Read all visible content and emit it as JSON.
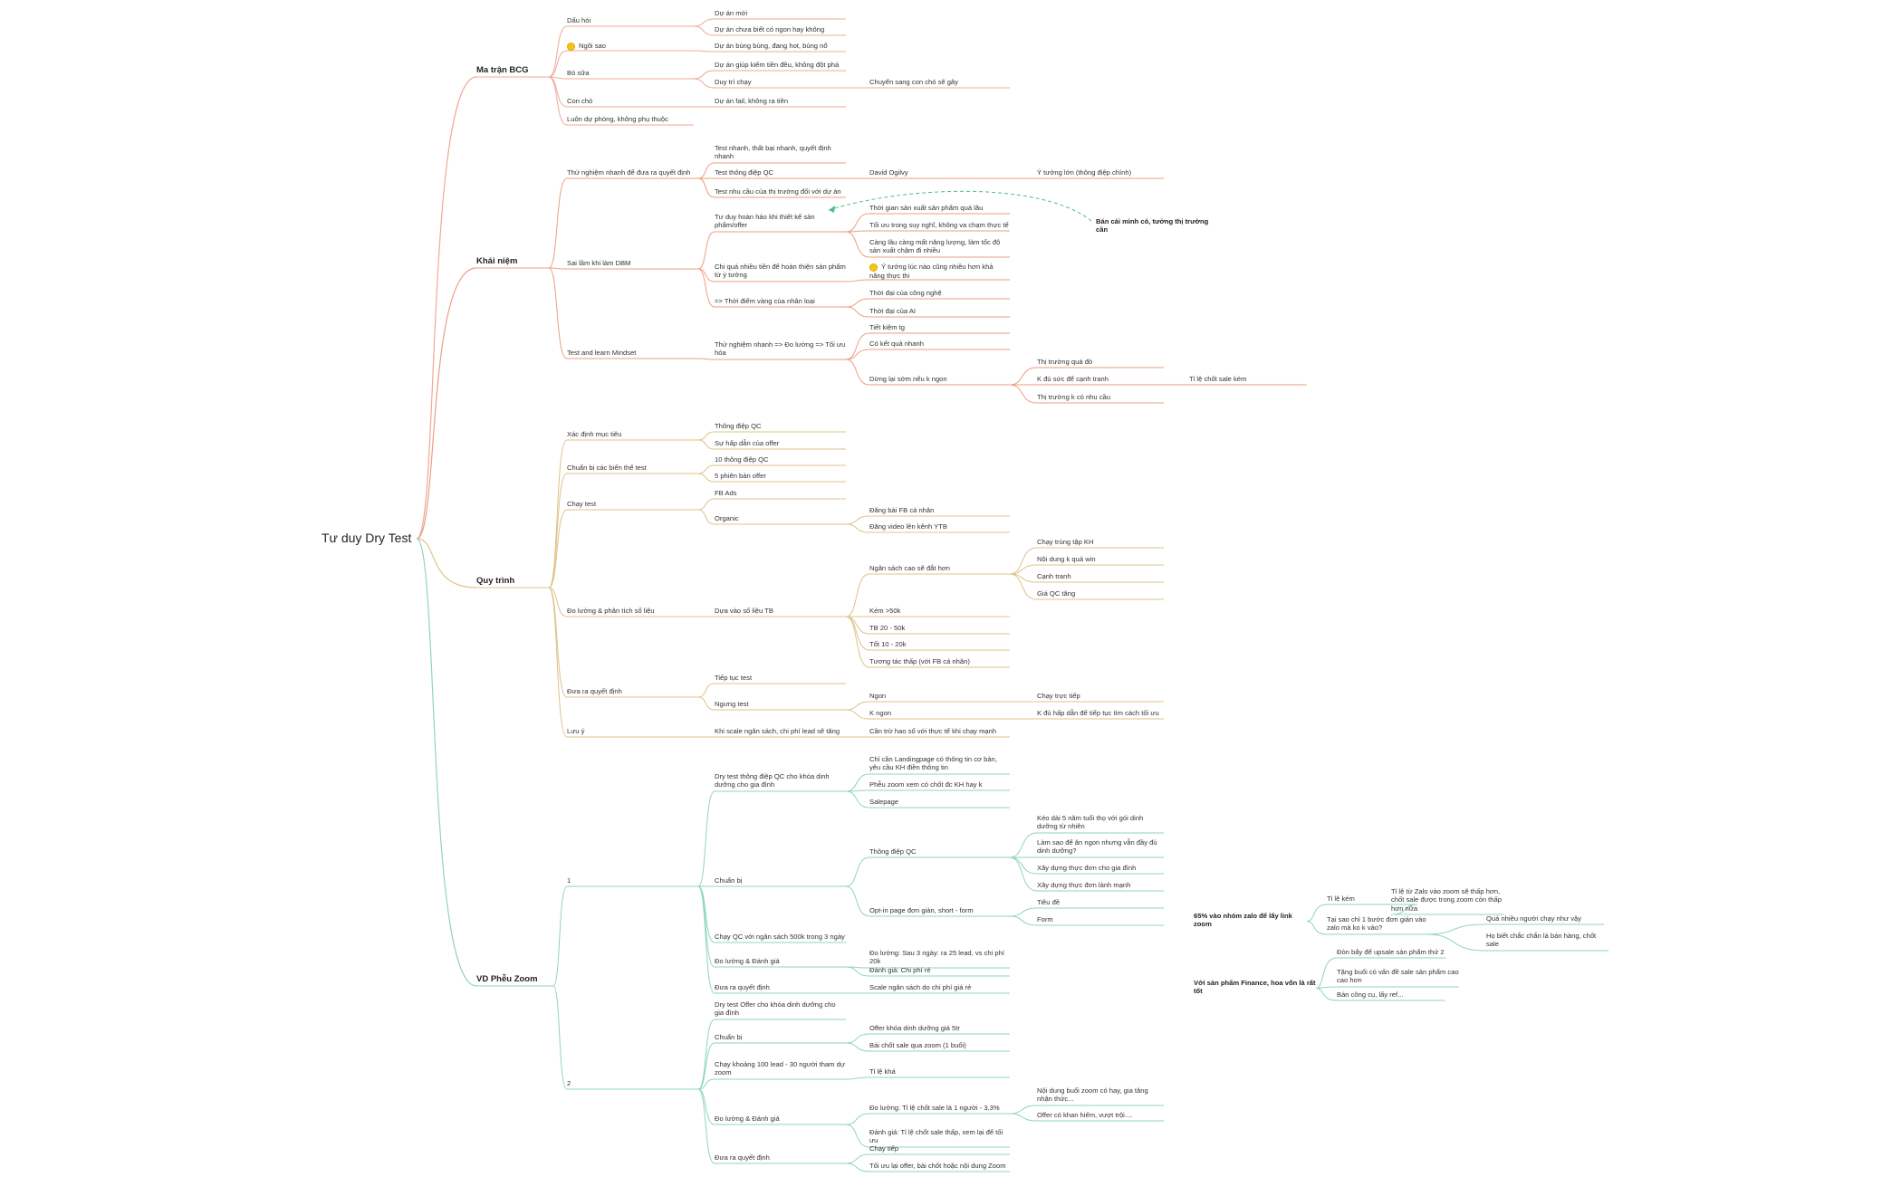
{
  "colors": {
    "bcg": "#f0a898",
    "khainiem": "#ec9e80",
    "quytrinh": "#dcc48a",
    "zoom": "#8ed6b8",
    "relation": "#4cbf8a",
    "star": "#f5c518"
  },
  "root": "Tư duy Dry Test",
  "branches": {
    "bcg": {
      "title": "Ma trận BCG",
      "dau_hoi": "Dấu hỏi",
      "dau_hoi_1": "Dự án mới",
      "dau_hoi_2": "Dự án chưa biết có ngon hay không",
      "ngoi_sao": "Ngôi sao",
      "ngoi_sao_1": "Dự án bùng bùng, đang hot, bùng nổ",
      "bo_sua": "Bò sữa",
      "bo_sua_1": "Dự án giúp kiếm tiền đều, không đột phá",
      "bo_sua_2": "Duy trì chạy",
      "bo_sua_2_1": "Chuyển sang con chó sẽ gây",
      "con_cho": "Con chó",
      "con_cho_1": "Dự án fail, không ra tiền",
      "luon": "Luôn dự phòng, không phụ thuộc"
    },
    "khainiem": {
      "title": "Khái niệm",
      "thu_nghiem": "Thử nghiệm nhanh để đưa ra quyết định",
      "tn_1": "Test nhanh, thất bại nhanh, quyết định nhanh",
      "tn_2": "Test thông điệp QC",
      "tn_2_1": "David Ogilvy",
      "tn_2_1_1": "Ý tưởng lớn (thông điệp chính)",
      "tn_3": "Test nhu cầu của thị trường đối với dự án",
      "sai_lam": "Sai lầm khi làm DBM",
      "sl_1": "Tư duy hoàn hảo khi thiết kế sản phẩm/offer",
      "sl_1_1": "Thời gian sản xuất sản phẩm quá lâu",
      "sl_1_2": "Tối ưu trong suy nghĩ, không va chạm thực tế",
      "sl_1_3": "Càng lâu càng mất năng lượng, làm tốc độ sản xuất chậm đi nhiều",
      "sl_2": "Chi quá nhiều tiền để hoàn thiện sản phẩm từ ý tưởng",
      "sl_2_1": "Ý tưởng lúc nào cũng nhiều hơn khả năng thực thi",
      "sl_3": "=> Thời điểm vàng của nhân loại",
      "sl_3_1": "Thời đại của công nghệ",
      "sl_3_2": "Thời đại của AI",
      "test_learn": "Test and learn Mindset",
      "tl_1": "Thử nghiệm nhanh => Đo lường => Tối ưu hóa",
      "tl_1_1": "Tiết kiệm tg",
      "tl_1_2": "Có kết quả nhanh",
      "tl_1_3": "Dừng lại sớm nếu k ngon",
      "tl_1_3_1": "Thị trường quá đỏ",
      "tl_1_3_2": "K đủ sức để cạnh tranh",
      "tl_1_3_2_1": "Tỉ lệ chốt sale kém",
      "tl_1_3_3": "Thị trường k có nhu cầu",
      "side_note": "Bán cái mình có, tưởng thị trường cần"
    },
    "quytrinh": {
      "title": "Quy trình",
      "xac_dinh": "Xác định mục tiêu",
      "xd_1": "Thông điệp QC",
      "xd_2": "Sự hấp dẫn của offer",
      "chuan_bi": "Chuẩn bị các biến thể test",
      "cb_1": "10 thông điệp QC",
      "cb_2": "5 phiên bản offer",
      "chay_test": "Chạy test",
      "ct_1": "FB Ads",
      "ct_2": "Organic",
      "ct_2_1": "Đăng bài FB cá nhân",
      "ct_2_2": "Đăng video lên kênh YTB",
      "do_luong": "Đo lường & phân tích số liệu",
      "dl_1": "Dựa vào số liệu TB",
      "dl_1_1": "Ngân sách cao sẽ đắt hơn",
      "dl_1_1_1": "Chạy trùng tập KH",
      "dl_1_1_2": "Nội dung k quá win",
      "dl_1_1_3": "Cạnh tranh",
      "dl_1_1_4": "Giá QC tăng",
      "dl_1_2": "Kém >50k",
      "dl_1_3": "TB 20 - 50k",
      "dl_1_4": "Tốt 10 - 20k",
      "dl_1_5": "Tương tác thấp (với FB cá nhân)",
      "dua_ra": "Đưa ra quyết định",
      "dr_1": "Tiếp tục test",
      "dr_2": "Ngưng test",
      "dr_2_1": "Ngon",
      "dr_2_1_1": "Chạy trực tiếp",
      "dr_2_2": "K ngon",
      "dr_2_2_1": "K đủ hấp dẫn để tiếp tục tìm cách tối ưu",
      "luu_y": "Lưu ý",
      "ly_1": "Khi scale ngân sách, chi phí lead sẽ tăng",
      "ly_1_1": "Cần trừ hao số với thực tế khi chạy mạnh"
    },
    "zoom": {
      "title": "VD Phễu Zoom",
      "n1": "1",
      "n1_a": "Dry test thông điệp QC cho khóa dinh dưỡng cho gia đình",
      "n1_a_1": "Chỉ cần Landingpage có thông tin cơ bản, yêu cầu KH điền thông tin",
      "n1_a_2": "Phễu zoom xem có chốt đc KH hay k",
      "n1_a_3": "Salepage",
      "n1_b": "Chuẩn bị",
      "n1_b_1": "Thông điệp QC",
      "n1_b_1_1": "Kéo dài 5 năm tuổi thọ với gói dinh dưỡng từ nhiên",
      "n1_b_1_2": "Làm sao để ăn ngon nhưng vẫn đầy đủ dinh dưỡng?",
      "n1_b_1_3": "Xây dựng thực đơn cho gia đình",
      "n1_b_1_4": "Xây dựng thực đơn lành mạnh",
      "n1_b_2": "Opt-in page đơn giản, short - form",
      "n1_b_2_1": "Tiêu đề",
      "n1_b_2_2": "Form",
      "n1_c": "Chạy QC với ngân sách 500k trong 3 ngày",
      "n1_d": "Đo lường & Đánh giá",
      "n1_d_1": "Đo lường: Sau 3 ngày: ra 25 lead, vs chi phí 20k",
      "n1_d_2": "Đánh giá: Chi phí rẻ",
      "n1_e": "Đưa ra quyết định",
      "n1_e_1": "Scale ngân sách do chi phí giá rẻ",
      "n2": "2",
      "n2_a": "Dry test Offer cho khóa dinh dưỡng cho gia đình",
      "n2_b": "Chuẩn bị",
      "n2_b_1": "Offer khóa dinh dưỡng giá 5tr",
      "n2_b_2": "Bài chốt sale qua zoom (1 buổi)",
      "n2_c": "Chạy khoảng 100 lead - 30 người tham dự zoom",
      "n2_c_1": "Tỉ lệ khá",
      "n2_d": "Đo lường & Đánh giá",
      "n2_d_1": "Đo lường: Tỉ lệ chốt sale là 1 người - 3,3%",
      "n2_d_1_1": "Nội dung buổi zoom có hay, gia tăng nhận thức...",
      "n2_d_1_2": "Offer có khan hiếm, vượt trội....",
      "n2_d_2": "Đánh giá: Tỉ lệ chốt sale thấp, xem lại để tối ưu",
      "n2_e": "Đưa ra quyết định",
      "n2_e_1": "Chạy tiếp",
      "n2_e_2": "Tối ưu lại offer, bài chốt hoặc nội dung Zoom"
    }
  },
  "floating": {
    "f1": "65% vào nhóm zalo để lấy link zoom",
    "f1_a": "Tỉ lệ kém",
    "f1_a_1": "Tỉ lệ từ Zalo vào zoom sẽ thấp hơn, chốt sale được trong zoom còn thấp hơn nữa",
    "f1_b": "Tại sao chỉ 1 bước đơn giản vào zalo mà ko k vào?",
    "f1_b_1": "Quá nhiều người chạy như vậy",
    "f1_b_2": "Họ biết chắc chắn là bán hàng, chốt sale",
    "f2": "Với sản phẩm Finance, hoa vốn là rất tốt",
    "f2_1": "Đòn bẩy để upsale sản phẩm thứ 2",
    "f2_2": "Tặng buổi có vấn đề sale sản phẩm cao cao hơn",
    "f2_3": "Bán công cụ, lấy ref..."
  }
}
